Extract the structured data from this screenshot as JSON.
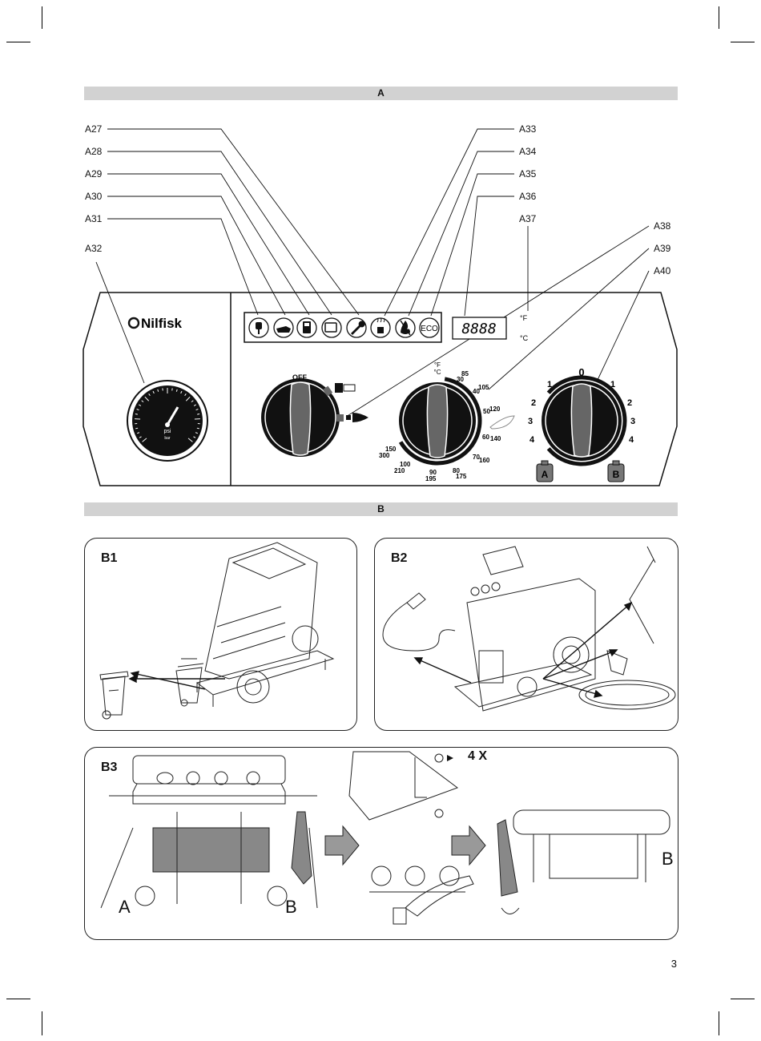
{
  "sections": {
    "a_label": "A",
    "b_label": "B"
  },
  "callouts_left": [
    "A27",
    "A28",
    "A29",
    "A30",
    "A31",
    "A32"
  ],
  "callouts_right": [
    "A33",
    "A34",
    "A35",
    "A36",
    "A37",
    "A38",
    "A39",
    "A40"
  ],
  "panel": {
    "brand": "Nilfisk",
    "gauge_unit_1": "psi",
    "gauge_unit_2": "bar",
    "display_digits": "8888",
    "unit_f": "°F",
    "unit_c": "°C",
    "eco_label": "ECO",
    "switch_off": "OFF",
    "thermostat_units": "°F\n°C",
    "thermo_ticks": [
      "30",
      "85",
      "40",
      "105",
      "50",
      "120",
      "60",
      "140",
      "70",
      "160",
      "80",
      "175",
      "90",
      "195",
      "100",
      "210",
      "150",
      "300"
    ],
    "detergent_zero": "0",
    "detergent_left": [
      "1",
      "2",
      "3",
      "4"
    ],
    "detergent_right": [
      "1",
      "2",
      "3",
      "4"
    ],
    "tank_a": "A",
    "tank_b": "B"
  },
  "figures": {
    "b1": "B1",
    "b2": "B2",
    "b3": "B3",
    "b3_count": "4 X",
    "b3_tag_a": "A",
    "b3_tag_b": "B",
    "b3_tag_b2": "B"
  },
  "page_number": "3"
}
